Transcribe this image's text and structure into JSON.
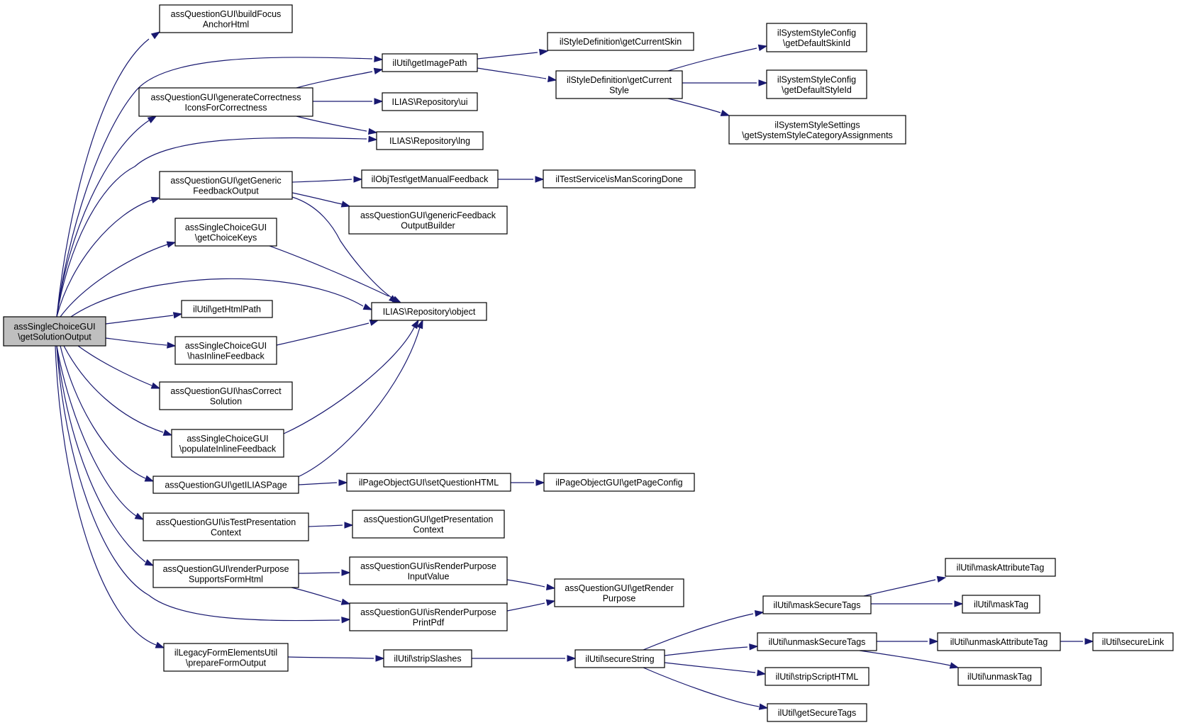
{
  "diagram": {
    "nodes": [
      {
        "id": "root",
        "lines": [
          "assSingleChoiceGUI",
          "\\getSolutionOutput"
        ],
        "root": true
      },
      {
        "id": "buildFocus",
        "lines": [
          "assQuestionGUI\\buildFocus",
          "AnchorHtml"
        ]
      },
      {
        "id": "genCorr",
        "lines": [
          "assQuestionGUI\\generateCorrectness",
          "IconsForCorrectness"
        ]
      },
      {
        "id": "getGenericFb",
        "lines": [
          "assQuestionGUI\\getGeneric",
          "FeedbackOutput"
        ]
      },
      {
        "id": "getChoiceKeys",
        "lines": [
          "assSingleChoiceGUI",
          "\\getChoiceKeys"
        ]
      },
      {
        "id": "getHtmlPath",
        "lines": [
          "ilUtil\\getHtmlPath"
        ]
      },
      {
        "id": "hasInlineFb",
        "lines": [
          "assSingleChoiceGUI",
          "\\hasInlineFeedback"
        ]
      },
      {
        "id": "hasCorrectSol",
        "lines": [
          "assQuestionGUI\\hasCorrect",
          "Solution"
        ]
      },
      {
        "id": "populateInline",
        "lines": [
          "assSingleChoiceGUI",
          "\\populateInlineFeedback"
        ]
      },
      {
        "id": "getILIASPage",
        "lines": [
          "assQuestionGUI\\getILIASPage"
        ]
      },
      {
        "id": "isTestPres",
        "lines": [
          "assQuestionGUI\\isTestPresentation",
          "Context"
        ]
      },
      {
        "id": "renderPurpose",
        "lines": [
          "assQuestionGUI\\renderPurpose",
          "SupportsFormHtml"
        ]
      },
      {
        "id": "legacyForm",
        "lines": [
          "ilLegacyFormElementsUtil",
          "\\prepareFormOutput"
        ]
      },
      {
        "id": "getImagePath",
        "lines": [
          "ilUtil\\getImagePath"
        ]
      },
      {
        "id": "repoUi",
        "lines": [
          "ILIAS\\Repository\\ui"
        ]
      },
      {
        "id": "repoLng",
        "lines": [
          "ILIAS\\Repository\\lng"
        ]
      },
      {
        "id": "getManualFb",
        "lines": [
          "ilObjTest\\getManualFeedback"
        ]
      },
      {
        "id": "genericFbBuilder",
        "lines": [
          "assQuestionGUI\\genericFeedback",
          "OutputBuilder"
        ]
      },
      {
        "id": "repoObject",
        "lines": [
          "ILIAS\\Repository\\object"
        ]
      },
      {
        "id": "setQuestionHTML",
        "lines": [
          "ilPageObjectGUI\\setQuestionHTML"
        ]
      },
      {
        "id": "getPresContext",
        "lines": [
          "assQuestionGUI\\getPresentation",
          "Context"
        ]
      },
      {
        "id": "isRenderInput",
        "lines": [
          "assQuestionGUI\\isRenderPurpose",
          "InputValue"
        ]
      },
      {
        "id": "isRenderPdf",
        "lines": [
          "assQuestionGUI\\isRenderPurpose",
          "PrintPdf"
        ]
      },
      {
        "id": "stripSlashes",
        "lines": [
          "ilUtil\\stripSlashes"
        ]
      },
      {
        "id": "getCurrentSkin",
        "lines": [
          "ilStyleDefinition\\getCurrentSkin"
        ]
      },
      {
        "id": "getCurrentStyle",
        "lines": [
          "ilStyleDefinition\\getCurrent",
          "Style"
        ]
      },
      {
        "id": "isManScoring",
        "lines": [
          "ilTestService\\isManScoringDone"
        ]
      },
      {
        "id": "getPageConfig",
        "lines": [
          "ilPageObjectGUI\\getPageConfig"
        ]
      },
      {
        "id": "getRenderPurpose",
        "lines": [
          "assQuestionGUI\\getRender",
          "Purpose"
        ]
      },
      {
        "id": "secureString",
        "lines": [
          "ilUtil\\secureString"
        ]
      },
      {
        "id": "defaultSkinId",
        "lines": [
          "ilSystemStyleConfig",
          "\\getDefaultSkinId"
        ]
      },
      {
        "id": "defaultStyleId",
        "lines": [
          "ilSystemStyleConfig",
          "\\getDefaultStyleId"
        ]
      },
      {
        "id": "catAssign",
        "lines": [
          "ilSystemStyleSettings",
          "\\getSystemStyleCategoryAssignments"
        ]
      },
      {
        "id": "maskSecure",
        "lines": [
          "ilUtil\\maskSecureTags"
        ]
      },
      {
        "id": "unmaskSecure",
        "lines": [
          "ilUtil\\unmaskSecureTags"
        ]
      },
      {
        "id": "stripScript",
        "lines": [
          "ilUtil\\stripScriptHTML"
        ]
      },
      {
        "id": "getSecureTags",
        "lines": [
          "ilUtil\\getSecureTags"
        ]
      },
      {
        "id": "maskAttrTag",
        "lines": [
          "ilUtil\\maskAttributeTag"
        ]
      },
      {
        "id": "maskTag",
        "lines": [
          "ilUtil\\maskTag"
        ]
      },
      {
        "id": "unmaskAttrTag",
        "lines": [
          "ilUtil\\unmaskAttributeTag"
        ]
      },
      {
        "id": "unmaskTag",
        "lines": [
          "ilUtil\\unmaskTag"
        ]
      },
      {
        "id": "secureLink",
        "lines": [
          "ilUtil\\secureLink"
        ]
      }
    ],
    "edges": [
      [
        "root",
        "buildFocus"
      ],
      [
        "root",
        "getImagePath"
      ],
      [
        "root",
        "genCorr"
      ],
      [
        "root",
        "repoLng"
      ],
      [
        "root",
        "getGenericFb"
      ],
      [
        "root",
        "getChoiceKeys"
      ],
      [
        "root",
        "repoObject"
      ],
      [
        "root",
        "getHtmlPath"
      ],
      [
        "root",
        "hasInlineFb"
      ],
      [
        "root",
        "hasCorrectSol"
      ],
      [
        "root",
        "populateInline"
      ],
      [
        "root",
        "getILIASPage"
      ],
      [
        "root",
        "isTestPres"
      ],
      [
        "root",
        "renderPurpose"
      ],
      [
        "root",
        "isRenderPdf"
      ],
      [
        "root",
        "legacyForm"
      ],
      [
        "genCorr",
        "getImagePath"
      ],
      [
        "genCorr",
        "repoUi"
      ],
      [
        "genCorr",
        "repoLng"
      ],
      [
        "getImagePath",
        "getCurrentSkin"
      ],
      [
        "getImagePath",
        "getCurrentStyle"
      ],
      [
        "getCurrentStyle",
        "defaultSkinId"
      ],
      [
        "getCurrentStyle",
        "defaultStyleId"
      ],
      [
        "getCurrentStyle",
        "catAssign"
      ],
      [
        "getGenericFb",
        "getManualFb"
      ],
      [
        "getGenericFb",
        "genericFbBuilder"
      ],
      [
        "getGenericFb",
        "repoObject"
      ],
      [
        "getManualFb",
        "isManScoring"
      ],
      [
        "getChoiceKeys",
        "repoObject"
      ],
      [
        "hasInlineFb",
        "repoObject"
      ],
      [
        "populateInline",
        "repoObject"
      ],
      [
        "getILIASPage",
        "repoObject"
      ],
      [
        "getILIASPage",
        "setQuestionHTML"
      ],
      [
        "setQuestionHTML",
        "getPageConfig"
      ],
      [
        "isTestPres",
        "getPresContext"
      ],
      [
        "renderPurpose",
        "isRenderInput"
      ],
      [
        "renderPurpose",
        "isRenderPdf"
      ],
      [
        "isRenderInput",
        "getRenderPurpose"
      ],
      [
        "isRenderPdf",
        "getRenderPurpose"
      ],
      [
        "legacyForm",
        "stripSlashes"
      ],
      [
        "stripSlashes",
        "secureString"
      ],
      [
        "secureString",
        "maskSecure"
      ],
      [
        "secureString",
        "unmaskSecure"
      ],
      [
        "secureString",
        "stripScript"
      ],
      [
        "secureString",
        "getSecureTags"
      ],
      [
        "maskSecure",
        "maskAttrTag"
      ],
      [
        "maskSecure",
        "maskTag"
      ],
      [
        "unmaskSecure",
        "unmaskAttrTag"
      ],
      [
        "unmaskSecure",
        "unmaskTag"
      ],
      [
        "unmaskAttrTag",
        "secureLink"
      ]
    ]
  },
  "colors": {
    "edge": "#191970",
    "root_fill": "#bfbfbf",
    "node_fill": "#ffffff",
    "node_border": "#000000"
  }
}
